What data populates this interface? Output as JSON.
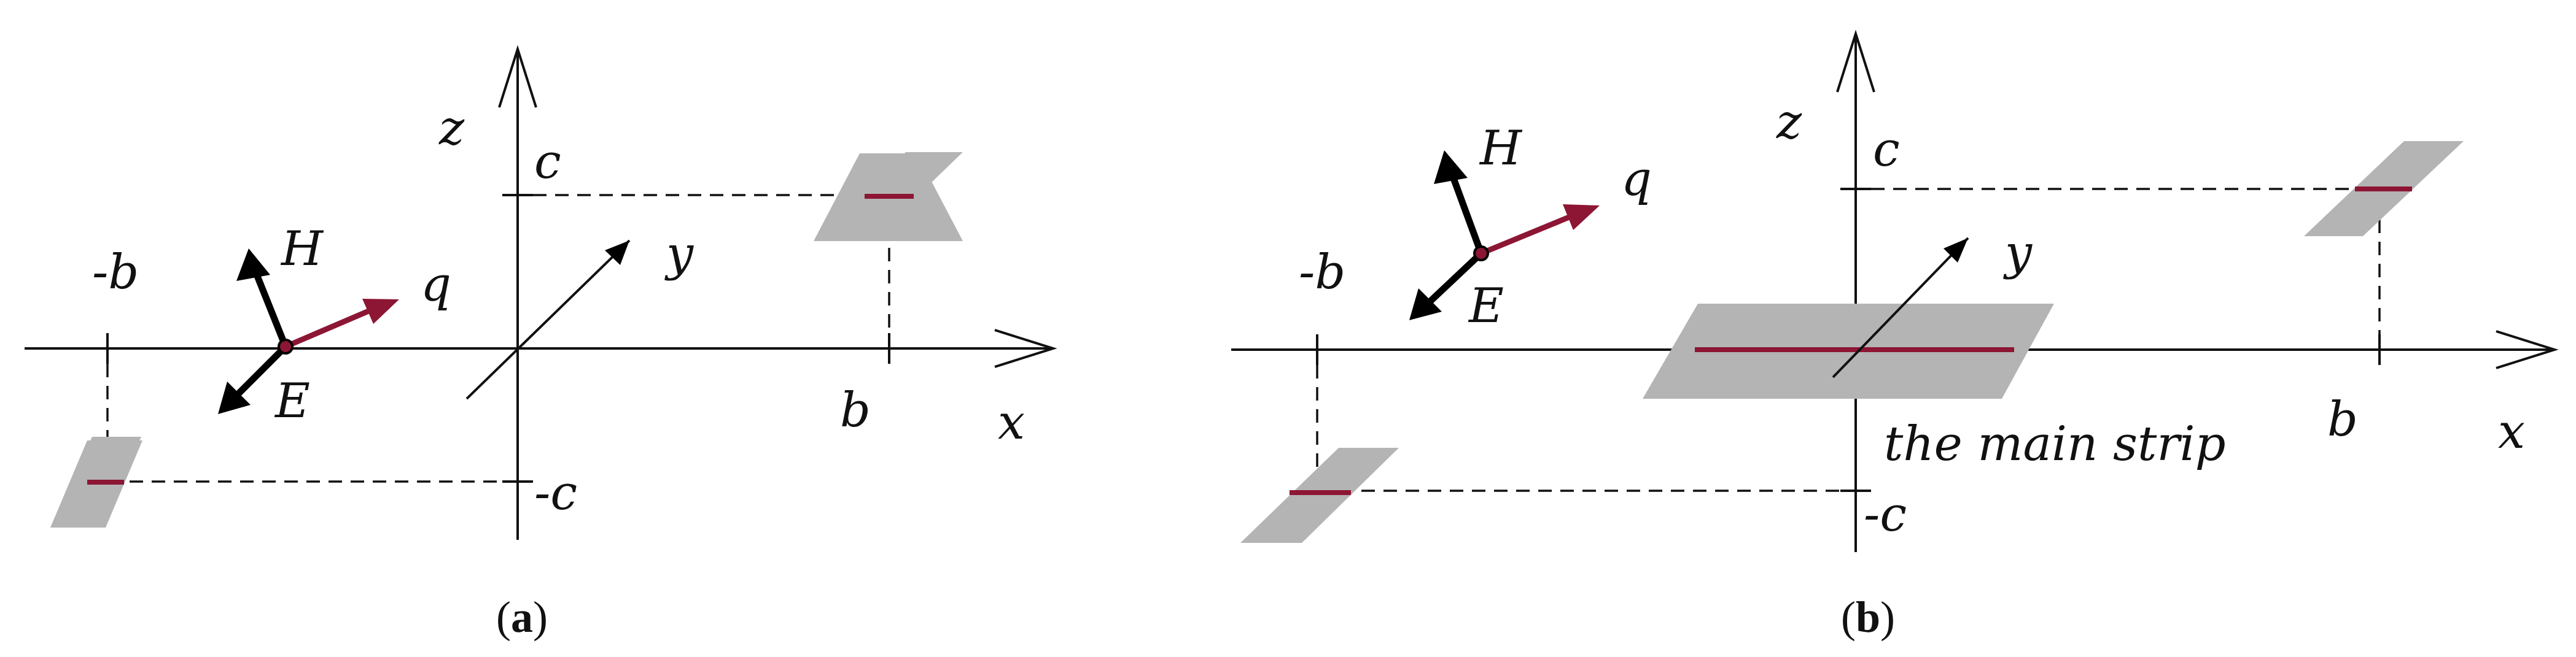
{
  "panel_a": {
    "labels": {
      "z": "z",
      "y": "y",
      "x": "x",
      "c": "c",
      "neg_c": "-c",
      "b": "b",
      "neg_b": "-b",
      "H": "H",
      "E": "E",
      "q": "q"
    },
    "caption": {
      "open": "(",
      "letter": "a",
      "close": ")"
    }
  },
  "panel_b": {
    "labels": {
      "z": "z",
      "y": "y",
      "x": "x",
      "c": "c",
      "neg_c": "-c",
      "b": "b",
      "neg_b": "-b",
      "H": "H",
      "E": "E",
      "q": "q",
      "main_strip": "the main strip"
    },
    "caption": {
      "open": "(",
      "letter": "b",
      "close": ")"
    }
  },
  "colors": {
    "strip_fill": "#b4b4b4",
    "strip_line": "#8c1634",
    "vector_q": "#8c1634",
    "vectors_EH": "#000000"
  }
}
